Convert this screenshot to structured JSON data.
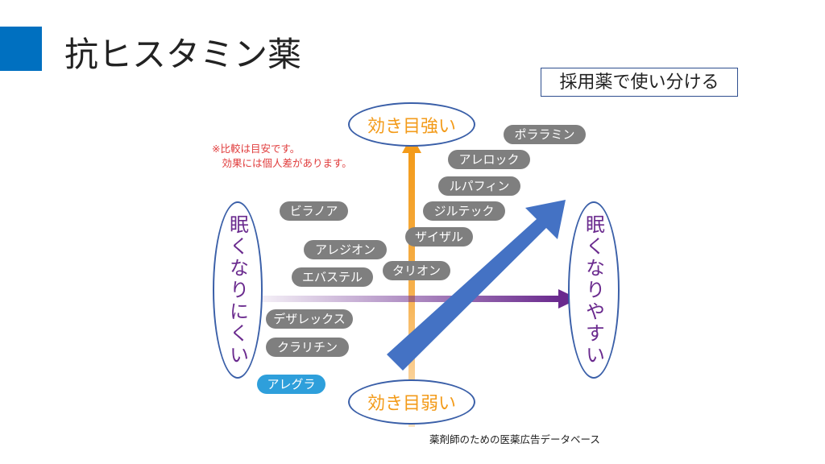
{
  "title": "抗ヒスタミン薬",
  "usage_box": "採用薬で使い分ける",
  "note": "※比較は目安です。\n　効果には個人差があります。",
  "axes": {
    "top": "効き目強い",
    "bottom": "効き目弱い",
    "left": "眠くなりにくい",
    "right": "眠くなりやすい"
  },
  "drugs": [
    "ポララミン",
    "アレロック",
    "ルパフィン",
    "ジルテック",
    "ザイザル",
    "タリオン",
    "ビラノア",
    "アレジオン",
    "エバステル",
    "デザレックス",
    "クラリチン",
    "アレグラ"
  ],
  "source": "薬剤師のための医薬広告データベース",
  "colors": {
    "brand": "#0070c0",
    "pill": "#7f7f7f",
    "highlight": "#2e9fdb",
    "efficacy": "#f39b1a",
    "sleepiness": "#6a2a8e",
    "arrow": "#4472c4"
  }
}
